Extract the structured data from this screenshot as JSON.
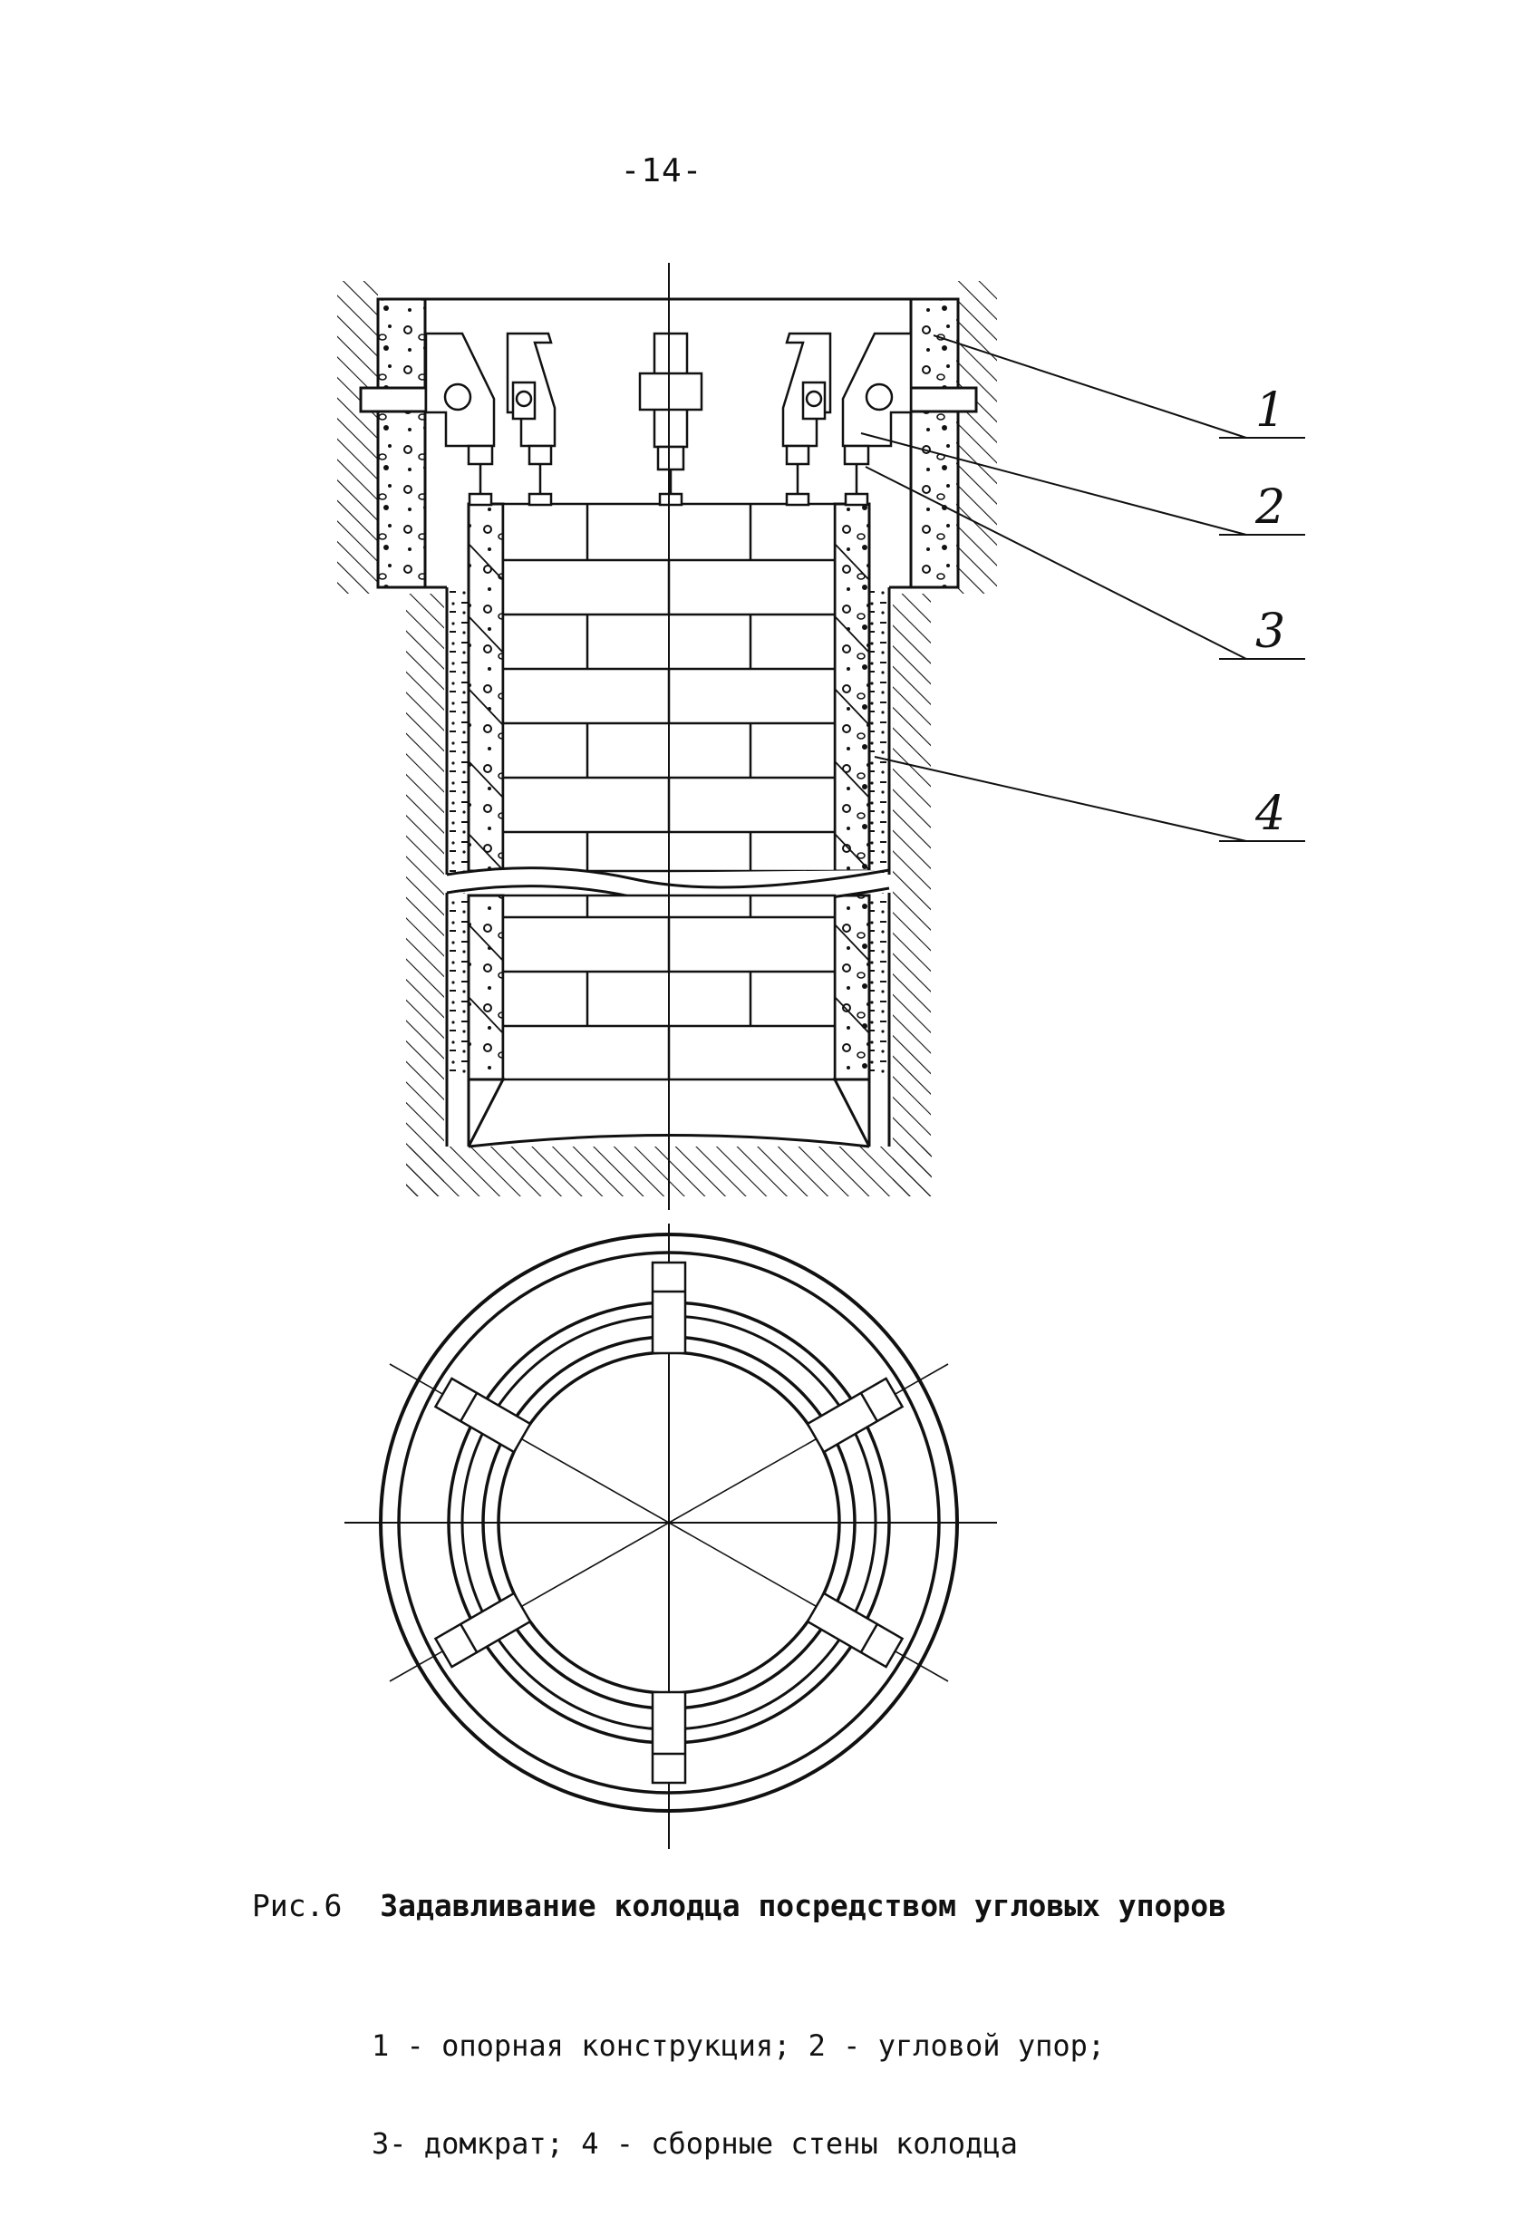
{
  "page_number": "-14-",
  "figure": {
    "callouts": [
      "1",
      "2",
      "3",
      "4"
    ]
  },
  "caption": {
    "label": "Рис.6",
    "title": "Задавливание колодца посредством угловых упоров"
  },
  "legend": {
    "line1": "1 - опорная конструкция; 2 - угловой упор;",
    "line2": "3- домкрат; 4 - сборные стены колодца"
  }
}
